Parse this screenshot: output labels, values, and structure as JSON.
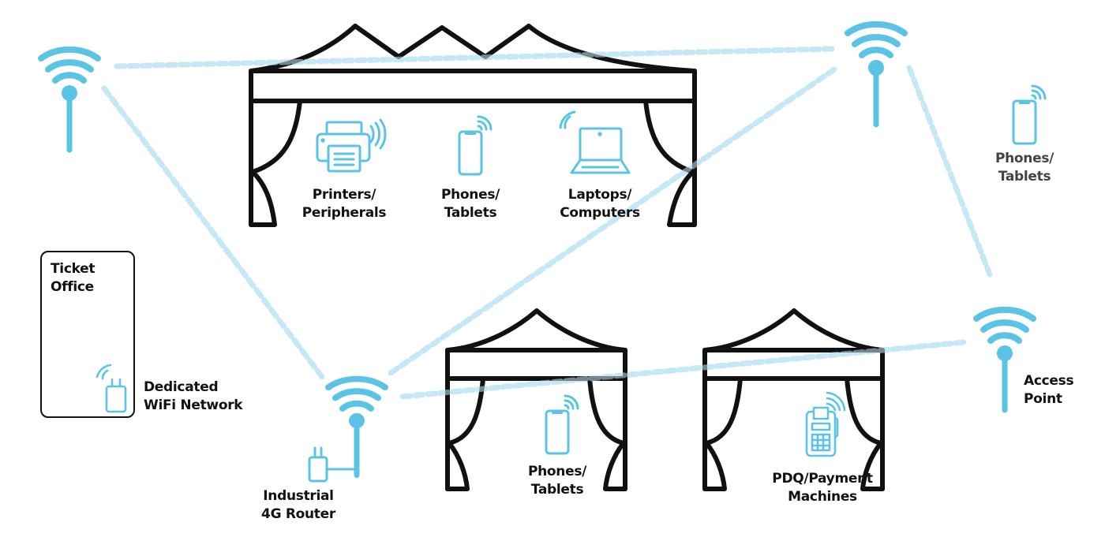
{
  "diagram": {
    "title": "Event WiFi Network Layout",
    "colors": {
      "accent": "#5bc3e5",
      "link": "#c6e8f5",
      "outline": "#111111",
      "text": "#111111",
      "text_muted": "#444444"
    },
    "nodes": {
      "ap_top_left": {
        "icon": "wifi-antenna-icon",
        "label": ""
      },
      "ap_top_right": {
        "icon": "wifi-antenna-icon",
        "label": ""
      },
      "access_point": {
        "icon": "wifi-antenna-icon",
        "label_lines": [
          "Access",
          "Point"
        ]
      },
      "router": {
        "icon": "wifi-antenna-with-adapter-icon",
        "label_lines": [
          "Industrial",
          "4G Router"
        ]
      },
      "ticket_office": {
        "title_lines": [
          "Ticket",
          "Office"
        ],
        "device_icon": "wireless-adapter-icon",
        "device_label_lines": [
          "Dedicated",
          "WiFi Network"
        ]
      }
    },
    "tents": {
      "large": {
        "devices": [
          {
            "icon": "printer-icon",
            "label_lines": [
              "Printers/",
              "Peripherals"
            ]
          },
          {
            "icon": "phone-icon",
            "label_lines": [
              "Phones/",
              "Tablets"
            ]
          },
          {
            "icon": "laptop-icon",
            "label_lines": [
              "Laptops/",
              "Computers"
            ]
          }
        ]
      },
      "small_left": {
        "devices": [
          {
            "icon": "phone-icon",
            "label_lines": [
              "Phones/",
              "Tablets"
            ]
          }
        ]
      },
      "small_right": {
        "devices": [
          {
            "icon": "payment-terminal-icon",
            "label_lines": [
              "PDQ/Payment",
              "Machines"
            ]
          }
        ]
      }
    },
    "outdoor_device": {
      "icon": "phone-icon",
      "label_lines": [
        "Phones/",
        "Tablets"
      ]
    },
    "links": [
      {
        "from": "ap_top_left",
        "to": "ap_top_right"
      },
      {
        "from": "ap_top_left",
        "to": "router"
      },
      {
        "from": "router",
        "to": "ap_top_right"
      },
      {
        "from": "router",
        "to": "access_point"
      },
      {
        "from": "ap_top_right",
        "to": "access_point"
      }
    ]
  }
}
